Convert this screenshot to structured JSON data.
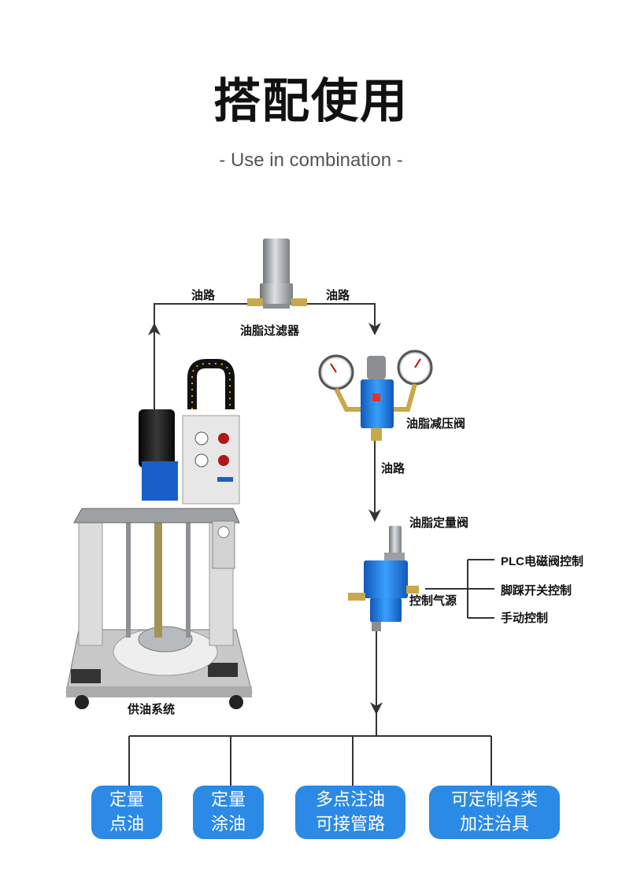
{
  "header": {
    "title": "搭配使用",
    "subtitle": "- Use in combination -"
  },
  "labels": {
    "oil_path_left": "油路",
    "oil_path_right": "油路",
    "oil_path_mid": "油路",
    "filter": "油脂过滤器",
    "reducer": "油脂减压阀",
    "dosing_valve": "油脂定量阀",
    "control_air": "控制气源",
    "plc": "PLC电磁阀控制",
    "foot_switch": "脚踩开关控制",
    "manual": "手动控制",
    "supply_system": "供油系统"
  },
  "boxes": [
    {
      "line1": "定量",
      "line2": "点油"
    },
    {
      "line1": "定量",
      "line2": "涂油"
    },
    {
      "line1": "多点注油",
      "line2": "可接管路"
    },
    {
      "line1": "可定制各类",
      "line2": "加注治具"
    }
  ],
  "colors": {
    "box_blue": "#2b8ae6",
    "valve_blue": "#1d6fd8",
    "line": "#333333"
  }
}
